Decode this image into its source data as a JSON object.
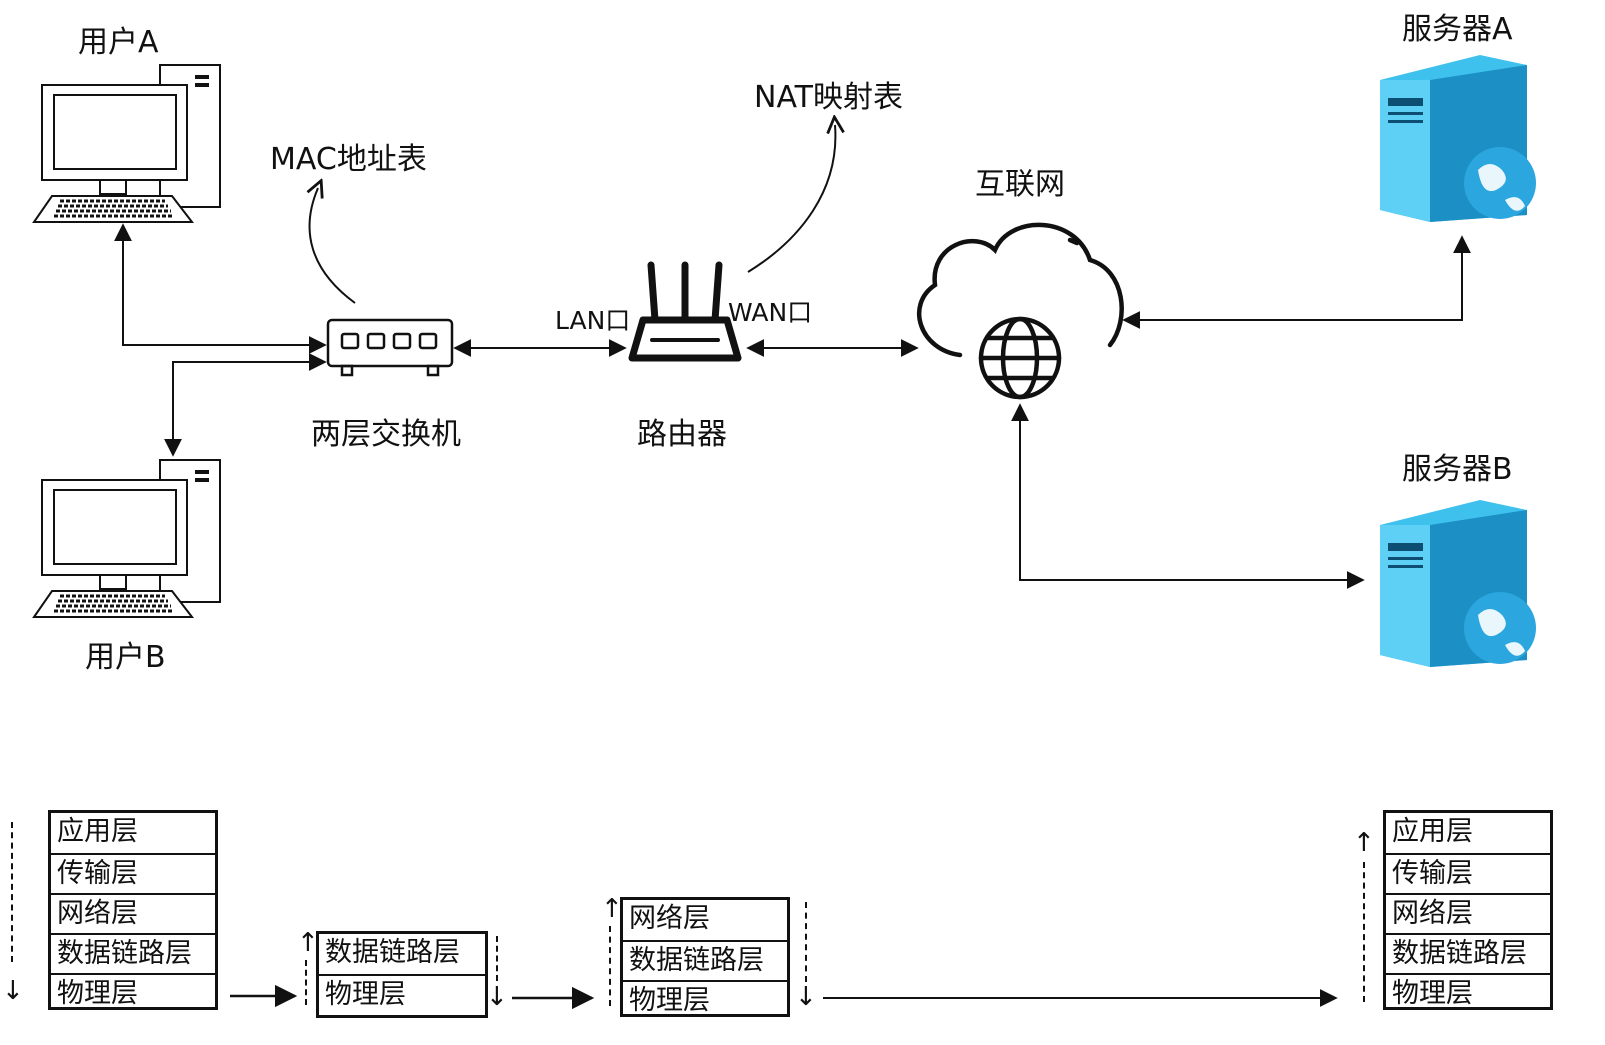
{
  "devices": {
    "user_a": "用户A",
    "user_b": "用户B",
    "switch": "两层交换机",
    "router": "路由器",
    "internet": "互联网",
    "server_a": "服务器A",
    "server_b": "服务器B"
  },
  "annotations": {
    "mac_table": "MAC地址表",
    "nat_table": "NAT映射表",
    "lan_port": "LAN口",
    "wan_port": "WAN口"
  },
  "stacks": {
    "user": [
      "应用层",
      "传输层",
      "网络层",
      "数据链路层",
      "物理层"
    ],
    "switch": [
      "数据链路层",
      "物理层"
    ],
    "router": [
      "网络层",
      "数据链路层",
      "物理层"
    ],
    "server": [
      "应用层",
      "传输层",
      "网络层",
      "数据链路层",
      "物理层"
    ]
  },
  "glyphs": {
    "up": "↑",
    "down": "↓"
  },
  "colors": {
    "server_light": "#3fc1ee",
    "server_dark": "#1c8fc4",
    "line": "#111111"
  }
}
